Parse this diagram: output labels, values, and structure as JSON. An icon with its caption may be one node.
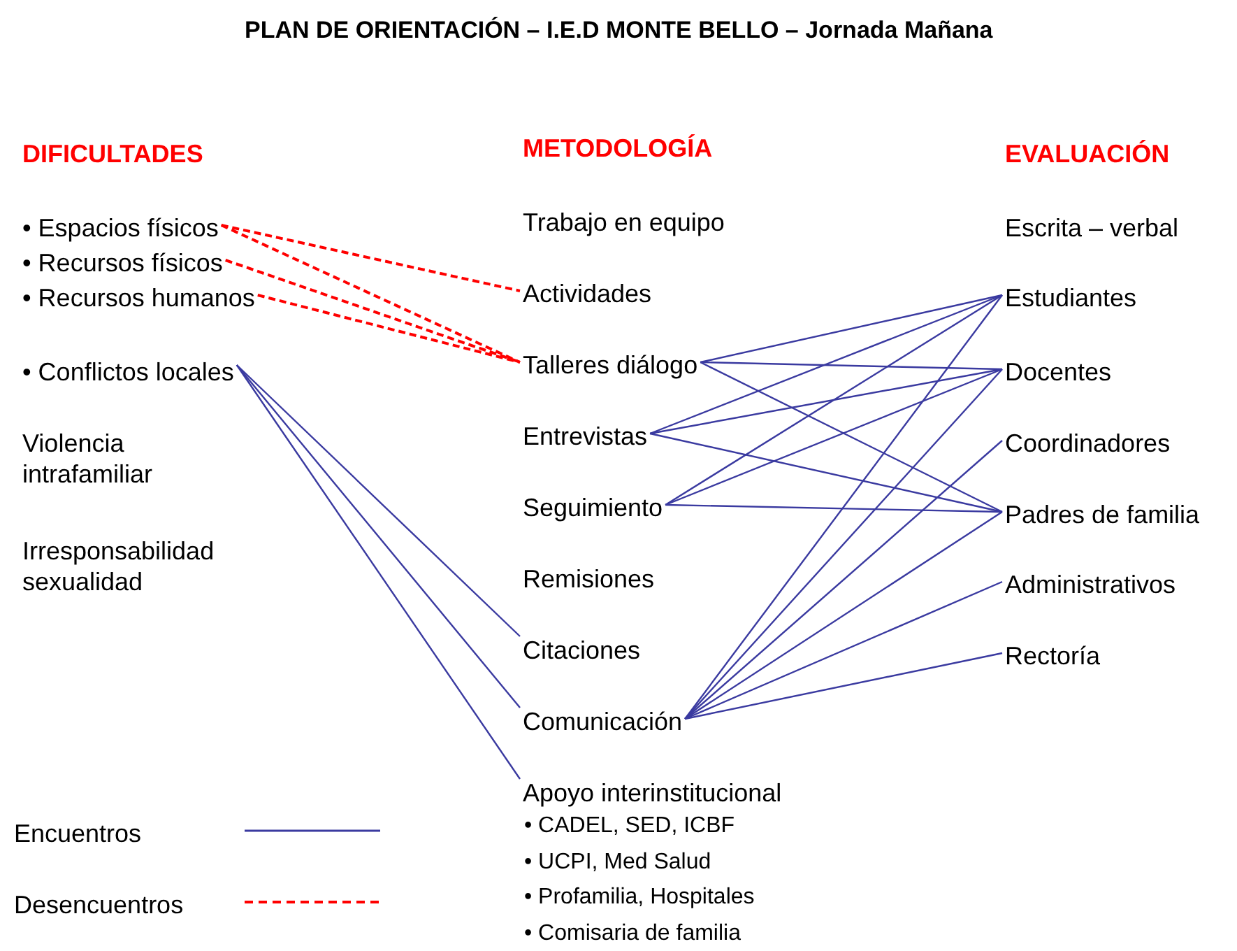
{
  "diagram": {
    "title": "PLAN DE ORIENTACIÓN – I.E.D MONTE BELLO – Jornada Mañana",
    "nodes": [
      {
        "text": [
          "• Espacios físicos"
        ]
      },
      {
        "text": [
          "• Recursos físicos"
        ]
      },
      {
        "text": [
          "• Recursos humanos"
        ]
      },
      {
        "text": [
          "• Conflictos locales"
        ]
      },
      {
        "text": [
          "Violencia intrafamiliar"
        ]
      },
      {
        "text": [
          "Irresponsabilidad sexualidad"
        ]
      },
      {
        "text": [
          "Trabajo en equipo"
        ]
      },
      {
        "text": [
          "Actividades"
        ]
      },
      {
        "text": [
          "Talleres diálogo"
        ]
      },
      {
        "text": [
          "Entrevistas"
        ]
      },
      {
        "text": [
          "Seguimiento"
        ]
      },
      {
        "text": [
          "Remisiones"
        ]
      },
      {
        "text": [
          "Citaciones"
        ]
      },
      {
        "text": [
          "Comunicación"
        ]
      },
      {
        "text": [
          "Apoyo interinstitucional",
          "• CADEL, SED, ICBF",
          "• UCPI, Med Salud",
          "• Profamilia, Hospitales",
          "• Comisaria de familia"
        ]
      },
      {
        "text": [
          "Escrita – verbal"
        ]
      },
      {
        "text": [
          "Estudiantes"
        ]
      },
      {
        "text": [
          "Docentes"
        ]
      },
      {
        "text": [
          "Coordinadores"
        ]
      },
      {
        "text": [
          "Padres de familia"
        ]
      },
      {
        "text": [
          "Administrativos"
        ]
      },
      {
        "text": [
          "Rectoría"
        ]
      }
    ],
    "edges": [
      {
        "from": 0,
        "to": 7,
        "arrow": "none",
        "style": "dashed",
        "color": "#ff0000"
      },
      {
        "from": 0,
        "to": 8,
        "arrow": "none",
        "style": "dashed",
        "color": "#ff0000"
      },
      {
        "from": 1,
        "to": 8,
        "arrow": "none",
        "style": "dashed",
        "color": "#ff0000"
      },
      {
        "from": 2,
        "to": 8,
        "arrow": "none",
        "style": "dashed",
        "color": "#ff0000"
      },
      {
        "from": 3,
        "to": 12,
        "arrow": "none"
      },
      {
        "from": 3,
        "to": 13,
        "arrow": "none"
      },
      {
        "from": 3,
        "to": 14,
        "arrow": "none"
      },
      {
        "from": 8,
        "to": 16,
        "arrow": "none"
      },
      {
        "from": 8,
        "to": 17,
        "arrow": "none"
      },
      {
        "from": 8,
        "to": 19,
        "arrow": "none"
      },
      {
        "from": 9,
        "to": 16,
        "arrow": "none"
      },
      {
        "from": 9,
        "to": 17,
        "arrow": "none"
      },
      {
        "from": 9,
        "to": 19,
        "arrow": "none"
      },
      {
        "from": 10,
        "to": 16,
        "arrow": "none"
      },
      {
        "from": 10,
        "to": 17,
        "arrow": "none"
      },
      {
        "from": 10,
        "to": 19,
        "arrow": "none"
      },
      {
        "from": 13,
        "to": 16,
        "arrow": "none"
      },
      {
        "from": 13,
        "to": 17,
        "arrow": "none"
      },
      {
        "from": 13,
        "to": 18,
        "arrow": "none"
      },
      {
        "from": 13,
        "to": 19,
        "arrow": "none"
      },
      {
        "from": 13,
        "to": 20,
        "arrow": "none"
      },
      {
        "from": 13,
        "to": 21,
        "arrow": "none"
      }
    ],
    "labels": [
      "DIFICULTADES",
      "METODOLOGÍA",
      "EVALUACIÓN"
    ],
    "legend": [
      {
        "text": "Encuentros"
      },
      {
        "text": "Desencuentros"
      }
    ]
  }
}
